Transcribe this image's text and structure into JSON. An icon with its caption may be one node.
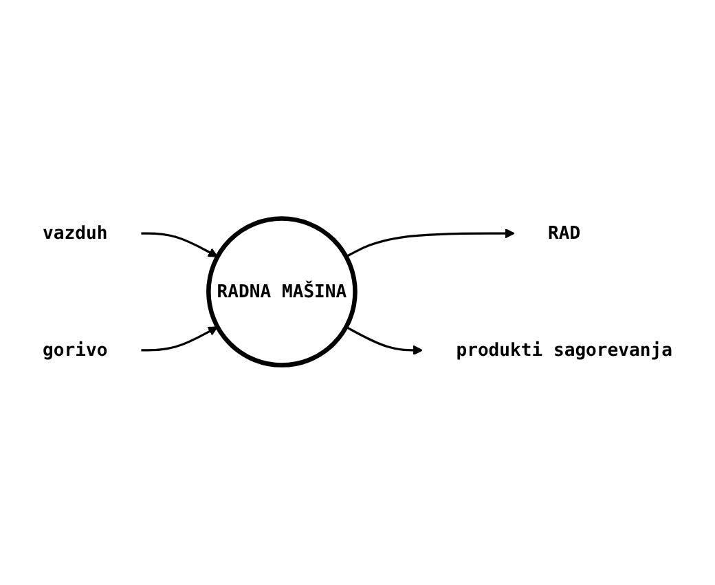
{
  "diagram": {
    "nodes": [
      {
        "text": [
          "RADNA MAŠINA"
        ]
      },
      {
        "text": [
          "vazduh"
        ]
      },
      {
        "text": [
          "gorivo"
        ]
      },
      {
        "text": [
          "RAD"
        ]
      },
      {
        "text": [
          "produkti sagorevanja"
        ]
      }
    ],
    "edges": [
      {
        "from": 1,
        "to": 0,
        "arrow": "to"
      },
      {
        "from": 2,
        "to": 0,
        "arrow": "to"
      },
      {
        "from": 0,
        "to": 3,
        "arrow": "to"
      },
      {
        "from": 0,
        "to": 4,
        "arrow": "to"
      }
    ]
  }
}
